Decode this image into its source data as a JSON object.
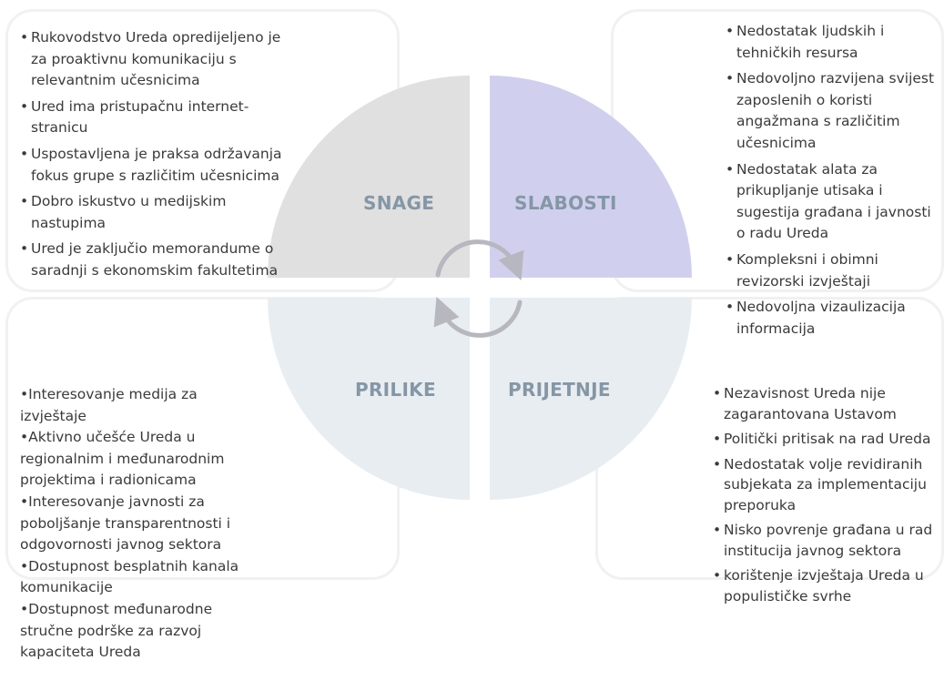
{
  "colors": {
    "snage": "#e0e0e0",
    "slabosti": "#d0d0ee",
    "prilike": "#e8edf1",
    "prijetnje": "#e8edf1",
    "label": "#8596a6",
    "cycle_arrows": "#b7b7bf",
    "box_border": "#f1f1f1"
  },
  "quadrants": {
    "snage": {
      "label": "SNAGE"
    },
    "slabosti": {
      "label": "SLABOSTI"
    },
    "prilike": {
      "label": "PRILIKE"
    },
    "prijetnje": {
      "label": "PRIJETNJE"
    }
  },
  "lists": {
    "snage": [
      "Rukovodstvo Ureda opredijeljeno je za proaktivnu komunikaciju s relevantnim učesnicima",
      "Ured ima pristupačnu internet-stranicu",
      "Uspostavljena je praksa održavanja fokus grupe s različitim učesnicima",
      "Dobro iskustvo u medijskim nastupima",
      "Ured je zaključio memorandume o saradnji s ekonomskim fakultetima"
    ],
    "slabosti": [
      "Nedostatak ljudskih i tehničkih resursa",
      "Nedovoljno razvijena svijest zaposlenih o koristi angažmana s različitim učesnicima",
      "Nedostatak alata za prikupljanje utisaka i sugestija građana i javnosti o radu Ureda",
      "Kompleksni i obimni revizorski izvještaji",
      "Nedovoljna vizaulizacija informacija"
    ],
    "prilike": [
      "Interesovanje medija za izvještaje",
      "Aktivno učešće Ureda u regionalnim i međunarodnim projektima i radionicama",
      "Interesovanje javnosti za poboljšanje transparentnosti i odgovornosti javnog sektora",
      "Dostupnost besplatnih kanala komunikacije",
      "Dostupnost međunarodne stručne podrške za razvoj kapaciteta Ureda"
    ],
    "prijetnje": [
      "Nezavisnost Ureda nije zagarantovana Ustavom",
      "Politički pritisak na rad Ureda",
      "Nedostatak volje revidiranih subjekata za implementaciju preporuka",
      "Nisko povrenje građana u rad institucija javnog sektora",
      "korištenje izvještaja Ureda u populističke svrhe"
    ]
  }
}
